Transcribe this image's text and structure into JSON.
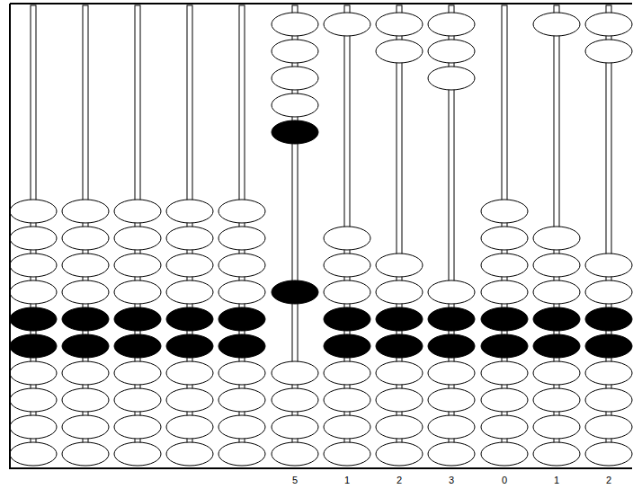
{
  "diagram": {
    "labels": [
      "5",
      "1",
      "2",
      "3",
      "0",
      "1",
      "2"
    ]
  }
}
